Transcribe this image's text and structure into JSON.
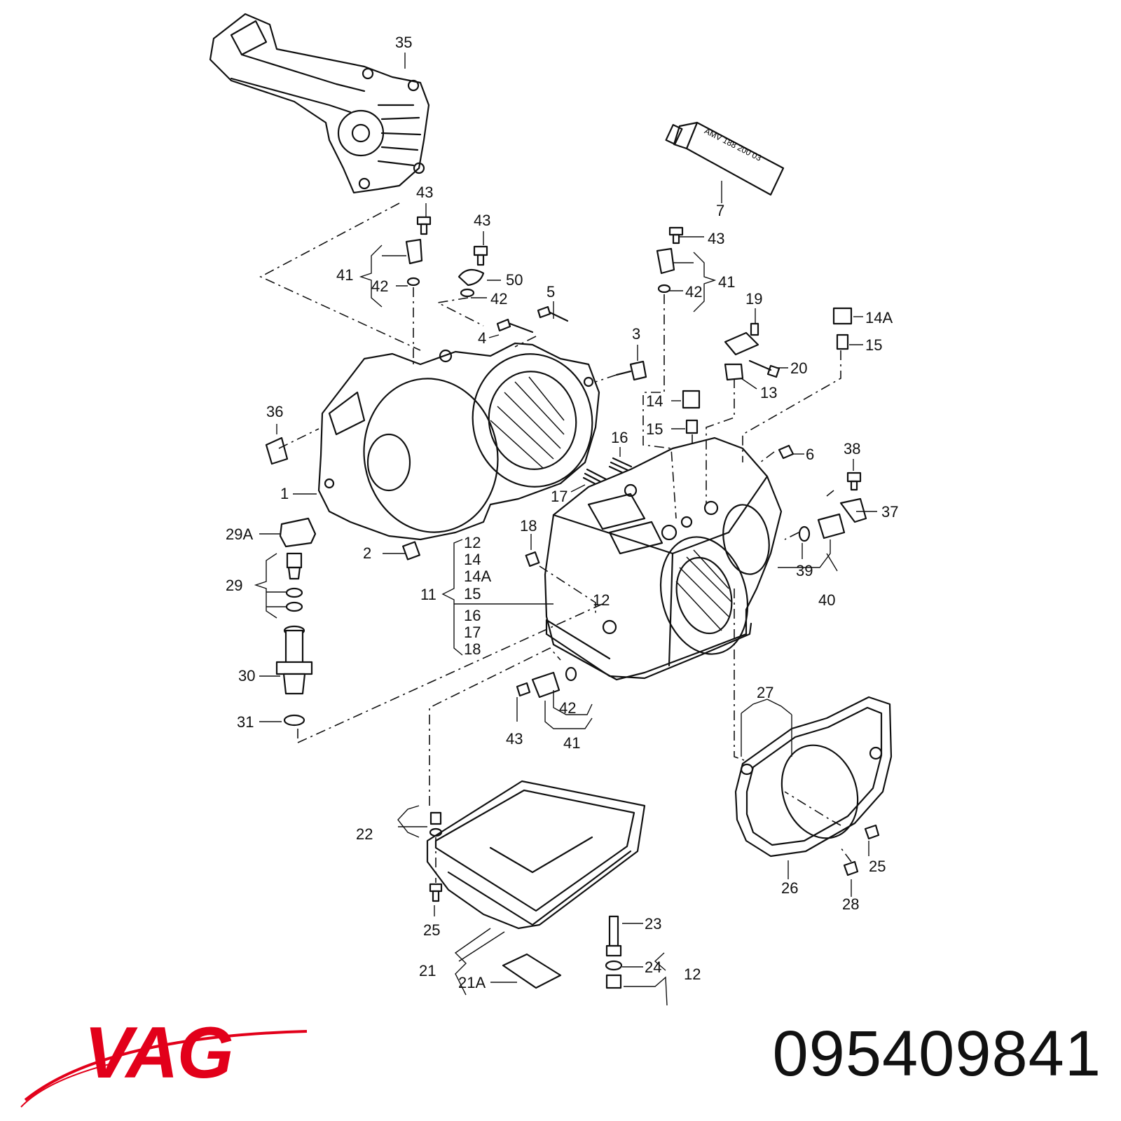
{
  "brand": {
    "name": "VAG",
    "color": "#e2001a"
  },
  "part_number": "095409841",
  "tube_text": "AMV 188 200 03",
  "callouts": [
    {
      "text": "35"
    },
    {
      "text": "7"
    },
    {
      "text": "43"
    },
    {
      "text": "43"
    },
    {
      "text": "43"
    },
    {
      "text": "41"
    },
    {
      "text": "42"
    },
    {
      "text": "50"
    },
    {
      "text": "42"
    },
    {
      "text": "41"
    },
    {
      "text": "42"
    },
    {
      "text": "5"
    },
    {
      "text": "4"
    },
    {
      "text": "3"
    },
    {
      "text": "19"
    },
    {
      "text": "14A"
    },
    {
      "text": "15"
    },
    {
      "text": "20"
    },
    {
      "text": "13"
    },
    {
      "text": "14"
    },
    {
      "text": "15"
    },
    {
      "text": "36"
    },
    {
      "text": "16"
    },
    {
      "text": "6"
    },
    {
      "text": "38"
    },
    {
      "text": "1"
    },
    {
      "text": "17"
    },
    {
      "text": "37"
    },
    {
      "text": "29A"
    },
    {
      "text": "18"
    },
    {
      "text": "2"
    },
    {
      "text": "12"
    },
    {
      "text": "14"
    },
    {
      "text": "14A"
    },
    {
      "text": "15"
    },
    {
      "text": "16"
    },
    {
      "text": "17"
    },
    {
      "text": "18"
    },
    {
      "text": "11"
    },
    {
      "text": "29"
    },
    {
      "text": "12"
    },
    {
      "text": "39"
    },
    {
      "text": "40"
    },
    {
      "text": "30"
    },
    {
      "text": "27"
    },
    {
      "text": "42"
    },
    {
      "text": "31"
    },
    {
      "text": "43"
    },
    {
      "text": "41"
    },
    {
      "text": "22"
    },
    {
      "text": "25"
    },
    {
      "text": "26"
    },
    {
      "text": "28"
    },
    {
      "text": "25"
    },
    {
      "text": "23"
    },
    {
      "text": "24"
    },
    {
      "text": "12"
    },
    {
      "text": "21"
    },
    {
      "text": "21A"
    }
  ]
}
